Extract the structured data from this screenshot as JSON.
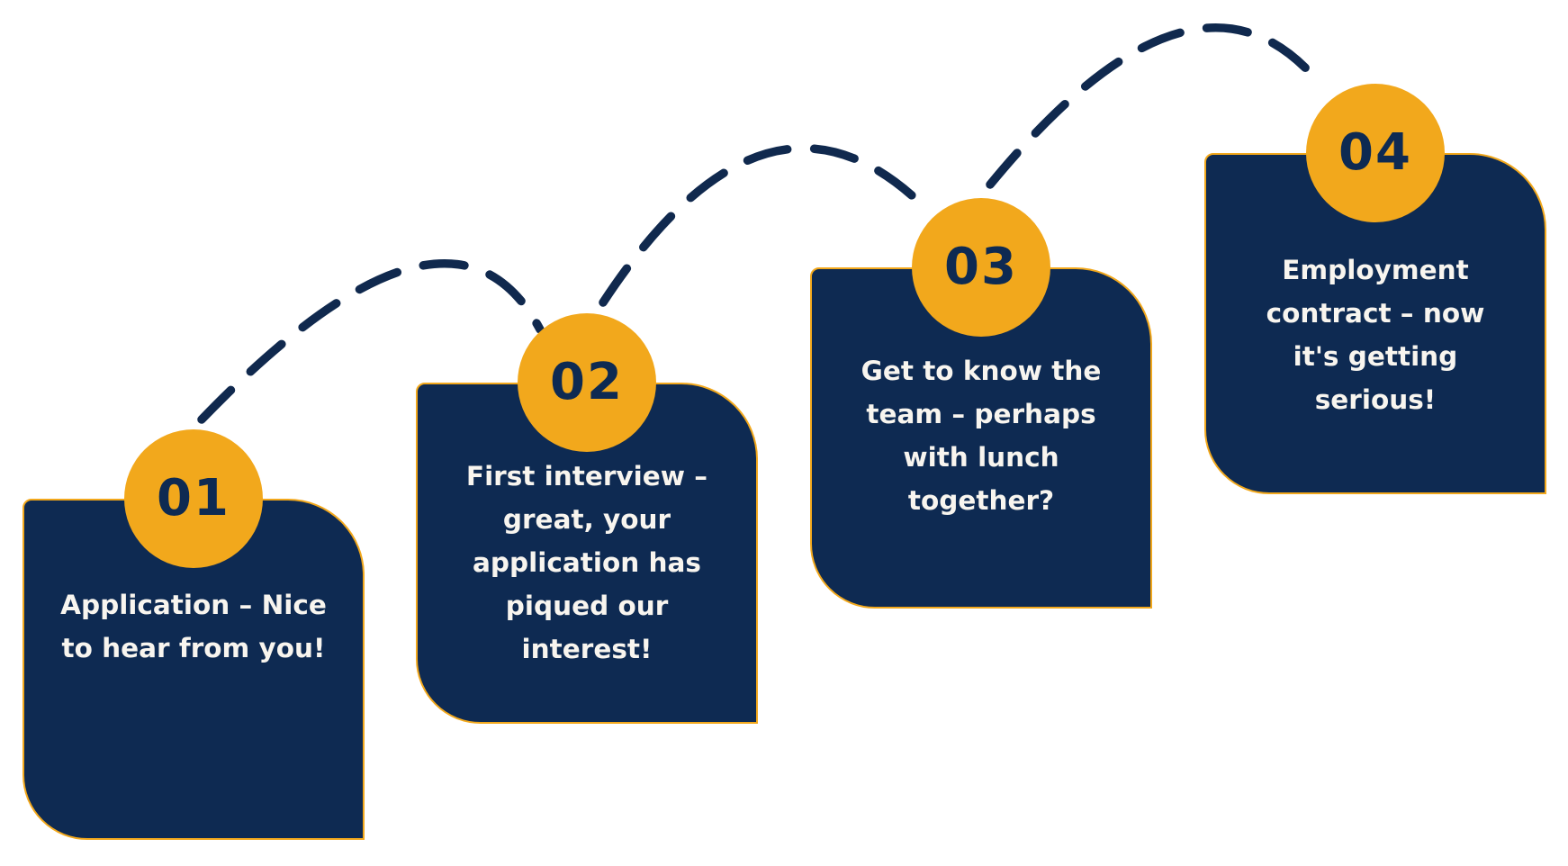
{
  "colors": {
    "background": "#ffffff",
    "card_navy": "#0e2a52",
    "accent_yellow": "#f2a81c",
    "card_text": "#f8f5ef",
    "connector_navy": "#10294e"
  },
  "steps": [
    {
      "number": "01",
      "text": "Application – Nice\nto hear from you!"
    },
    {
      "number": "02",
      "text": "First interview –\ngreat, your\napplication has\npiqued our\ninterest!"
    },
    {
      "number": "03",
      "text": "Get to know the\nteam – perhaps\nwith lunch\ntogether?"
    },
    {
      "number": "04",
      "text": "Employment\ncontract – now\nit's getting\nserious!"
    }
  ],
  "connectors": [
    {
      "from": "01",
      "to": "02",
      "style": "dashed-arc"
    },
    {
      "from": "02",
      "to": "03",
      "style": "dashed-arc"
    },
    {
      "from": "03",
      "to": "04",
      "style": "dashed-arc"
    }
  ]
}
